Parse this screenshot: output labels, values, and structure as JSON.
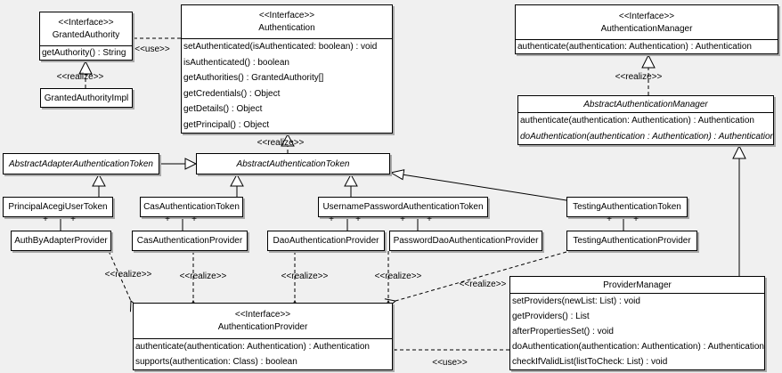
{
  "labels": {
    "realize": "<<realize>>",
    "use": "<<use>>",
    "plus": "+"
  },
  "classes": {
    "granted_authority": {
      "stereotype": "<<Interface>>",
      "name": "GrantedAuthority",
      "methods": [
        "getAuthority() : String"
      ]
    },
    "granted_authority_impl": {
      "name": "GrantedAuthorityImpl"
    },
    "authentication": {
      "stereotype": "<<Interface>>",
      "name": "Authentication",
      "methods": [
        "setAuthenticated(isAuthenticated: boolean) : void",
        "isAuthenticated() : boolean",
        "getAuthorities() : GrantedAuthority[]",
        "getCredentials() : Object",
        "getDetails() : Object",
        "getPrincipal() : Object"
      ]
    },
    "authentication_manager": {
      "stereotype": "<<Interface>>",
      "name": "AuthenticationManager",
      "methods": [
        "authenticate(authentication: Authentication) : Authentication"
      ]
    },
    "abstract_authentication_manager": {
      "name": "AbstractAuthenticationManager",
      "methods": [
        "authenticate(authentication: Authentication) : Authentication",
        "doAuthentication(authentication : Authentication) : Authentication"
      ]
    },
    "abstract_adapter_authentication_token": {
      "name": "AbstractAdapterAuthenticationToken"
    },
    "abstract_authentication_token": {
      "name": "AbstractAuthenticationToken"
    },
    "principal_acegi_user_token": {
      "name": "PrincipalAcegiUserToken"
    },
    "cas_authentication_token": {
      "name": "CasAuthenticationToken"
    },
    "username_password_authentication_token": {
      "name": "UsernamePasswordAuthenticationToken"
    },
    "testing_authentication_token": {
      "name": "TestingAuthenticationToken"
    },
    "auth_by_adapter_provider": {
      "name": "AuthByAdapterProvider"
    },
    "cas_authentication_provider": {
      "name": "CasAuthenticationProvider"
    },
    "dao_authentication_provider": {
      "name": "DaoAuthenticationProvider"
    },
    "password_dao_authentication_provider": {
      "name": "PasswordDaoAuthenticationProvider"
    },
    "testing_authentication_provider": {
      "name": "TestingAuthenticationProvider"
    },
    "authentication_provider": {
      "stereotype": "<<Interface>>",
      "name": "AuthenticationProvider",
      "methods": [
        "authenticate(authentication: Authentication) : Authentication",
        "supports(authentication: Class) : boolean"
      ]
    },
    "provider_manager": {
      "name": "ProviderManager",
      "methods": [
        "setProviders(newList: List) : void",
        "getProviders() : List",
        "afterPropertiesSet() : void",
        "doAuthentication(authentication: Authentication) : Authentication",
        "checkIfValidList(listToCheck: List) : void"
      ]
    }
  },
  "colors": {
    "background": "#f0f0f0",
    "box_fill": "#ffffff",
    "border": "#000000",
    "shadow": "#a9a9a9",
    "text": "#000000"
  }
}
